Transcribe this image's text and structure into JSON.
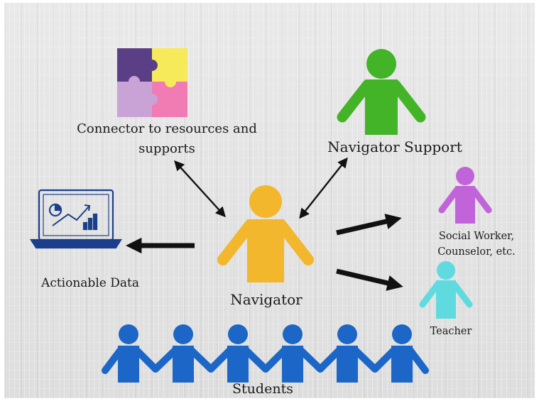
{
  "labels": {
    "connector": [
      "Connector to resources and",
      "supports"
    ],
    "navigator_support": "Navigator Support",
    "social_worker": [
      "Social Worker,",
      "Counselor, etc."
    ],
    "teacher": "Teacher",
    "actionable_data": "Actionable Data",
    "navigator": "Navigator",
    "students": "Students"
  },
  "colors": {
    "navigator": "#f2b72d",
    "navigator_support": "#43b427",
    "social_worker": "#c164d9",
    "teacher": "#5fdbe0",
    "students": "#1b66c6",
    "arrow": "#111111",
    "puzzle": [
      "#5a3f86",
      "#f7ea5a",
      "#c9a3d6",
      "#f07cb3"
    ],
    "laptop": "#1b3f8a"
  },
  "icons": [
    "puzzle-icon",
    "laptop-chart-icon"
  ]
}
